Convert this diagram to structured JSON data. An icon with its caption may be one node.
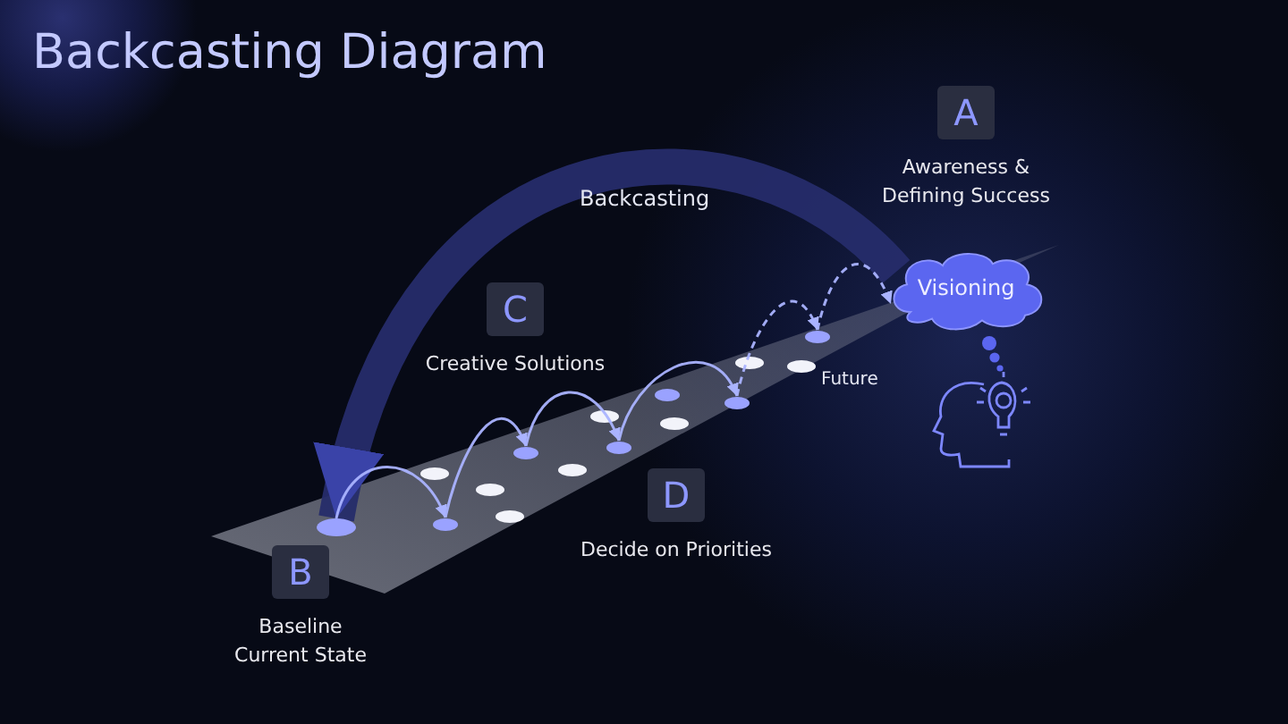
{
  "diagram": {
    "title": "Backcasting Diagram",
    "nodes": [
      {
        "text": [
          "A",
          "Awareness & Defining Success"
        ]
      },
      {
        "text": [
          "Visioning"
        ]
      },
      {
        "text": [
          "B",
          "Baseline Current State"
        ]
      },
      {
        "text": [
          "C",
          "Creative Solutions"
        ]
      },
      {
        "text": [
          "D",
          "Decide on Priorities"
        ]
      },
      {
        "text": [],
        "shape": "circle"
      },
      {
        "text": [],
        "shape": "circle"
      },
      {
        "text": [],
        "shape": "circle"
      },
      {
        "text": [],
        "shape": "circle"
      },
      {
        "text": [],
        "shape": "circle"
      },
      {
        "text": [],
        "shape": "circle"
      }
    ],
    "edges": [
      {
        "from": 1,
        "to": 5,
        "arrow": "to",
        "label": "Backcasting",
        "style": "thick",
        "color": "#262c6a"
      },
      {
        "from": 5,
        "to": 6,
        "arrow": "to"
      },
      {
        "from": 6,
        "to": 7,
        "arrow": "to"
      },
      {
        "from": 7,
        "to": 8,
        "arrow": "to"
      },
      {
        "from": 8,
        "to": 9,
        "arrow": "to"
      },
      {
        "from": 9,
        "to": 10,
        "arrow": "to",
        "style": "dashed"
      },
      {
        "from": 10,
        "to": 1,
        "arrow": "to",
        "style": "dashed"
      }
    ],
    "labels": [
      "Future"
    ]
  }
}
